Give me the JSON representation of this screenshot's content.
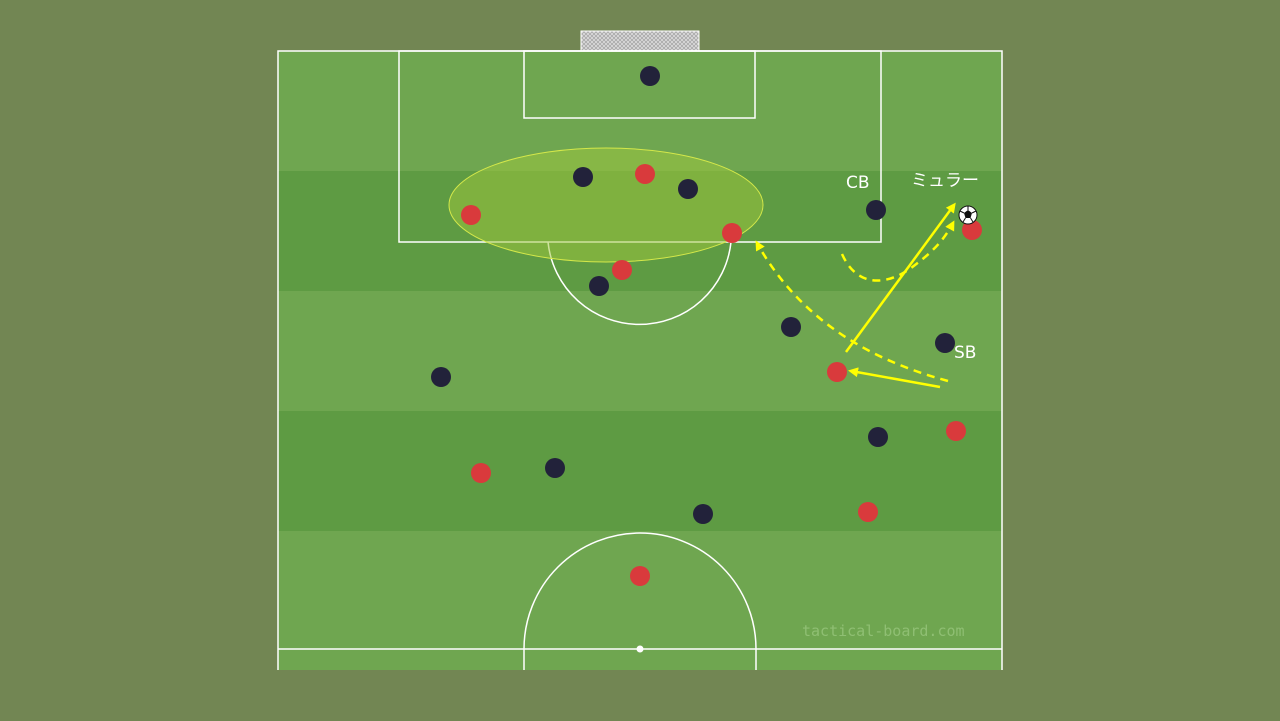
{
  "colors": {
    "background": "#728653",
    "stripe_light": "#6fa650",
    "stripe_dark": "#5e9b43",
    "line": "#ffffff",
    "team_red": "#d93a3c",
    "team_dark": "#22223a",
    "arrow": "#ffff00",
    "highlight_zone": "#a4c83a"
  },
  "labels": {
    "cb": "CB",
    "muller": "ミュラー",
    "sb": "SB"
  },
  "watermark": "tactical-board.com",
  "players": {
    "red": [
      {
        "id": "r1",
        "role": ""
      },
      {
        "id": "r2",
        "role": ""
      },
      {
        "id": "r3",
        "role": ""
      },
      {
        "id": "r4",
        "role": ""
      },
      {
        "id": "r5",
        "role": ""
      },
      {
        "id": "r6",
        "role": ""
      },
      {
        "id": "r7",
        "role": ""
      },
      {
        "id": "r8",
        "role": ""
      },
      {
        "id": "r9",
        "role": ""
      },
      {
        "id": "r10",
        "role": ""
      },
      {
        "id": "r11",
        "role": ""
      }
    ],
    "dark": [
      {
        "id": "d1",
        "role": ""
      },
      {
        "id": "d2",
        "role": ""
      },
      {
        "id": "d3",
        "role": ""
      },
      {
        "id": "d4",
        "role": ""
      },
      {
        "id": "d5",
        "role": ""
      },
      {
        "id": "d6",
        "role": ""
      },
      {
        "id": "d7",
        "role": ""
      },
      {
        "id": "d8",
        "role": ""
      },
      {
        "id": "d9",
        "role": ""
      },
      {
        "id": "d10",
        "role": ""
      },
      {
        "id": "d11",
        "role": ""
      },
      {
        "id": "d12",
        "role": ""
      }
    ]
  },
  "icons": [
    "soccer-ball-icon",
    "goal-net-icon"
  ]
}
